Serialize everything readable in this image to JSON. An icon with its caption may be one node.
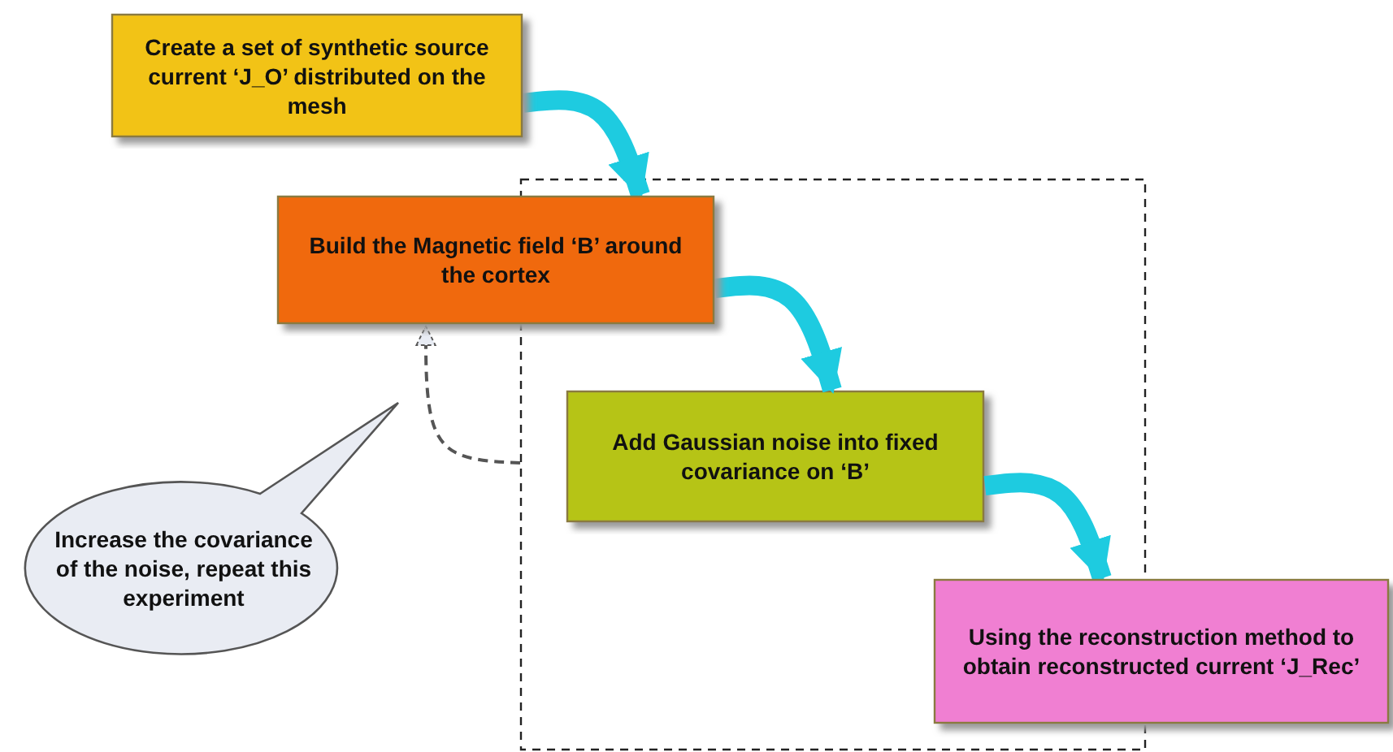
{
  "diagram": {
    "nodes": [
      {
        "text": [
          "Create a set of synthetic source current ‘J_O’ distributed on the mesh"
        ]
      },
      {
        "text": [
          "Build the Magnetic field ‘B’ around the cortex"
        ]
      },
      {
        "text": [],
        "shape": "box"
      },
      {
        "text": [
          "Add Gaussian noise into fixed covariance on ‘B’"
        ],
        "in": 2
      },
      {
        "text": [
          "Using the reconstruction method to obtain reconstructed current ‘J_Rec’"
        ]
      },
      {
        "text": [
          "Increase the covariance of the noise, repeat this experiment"
        ]
      }
    ],
    "edges": [
      {
        "from": 0,
        "to": 1,
        "arrow": "to"
      },
      {
        "from": 1,
        "to": 3,
        "arrow": "to"
      },
      {
        "from": 3,
        "to": 4,
        "arrow": "to"
      },
      {
        "from": 2,
        "to": 1,
        "arrow": "to",
        "style": "dashed",
        "color": "#555555"
      }
    ]
  }
}
